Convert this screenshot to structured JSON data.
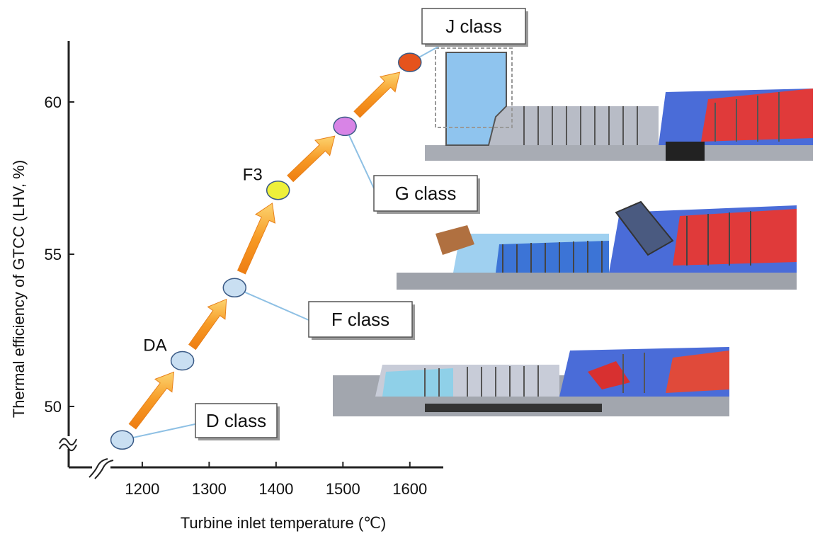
{
  "chart_data": {
    "type": "scatter",
    "title": "",
    "xlabel": "Turbine inlet temperature (℃)",
    "ylabel": "Thermal efficiency of GTCC (LHV, %)",
    "x_ticks": [
      1200,
      1300,
      1400,
      1500,
      1600
    ],
    "y_ticks": [
      50,
      55,
      60
    ],
    "xlim": [
      1090,
      1650
    ],
    "ylim": [
      48.0,
      62.0
    ],
    "axis_break": true,
    "grid": false,
    "points": [
      {
        "x": 1170,
        "y": 48.9,
        "color": "#c9dff2",
        "label": ""
      },
      {
        "x": 1260,
        "y": 51.5,
        "color": "#c9dff2",
        "label": "DA"
      },
      {
        "x": 1338,
        "y": 53.9,
        "color": "#c9dff2",
        "label": ""
      },
      {
        "x": 1403,
        "y": 57.1,
        "color": "#eef03a",
        "label": "F3"
      },
      {
        "x": 1503,
        "y": 59.2,
        "color": "#d884e6",
        "label": ""
      },
      {
        "x": 1600,
        "y": 61.3,
        "color": "#e5531c",
        "label": ""
      }
    ],
    "class_callouts": [
      {
        "text": "D class",
        "point": 0
      },
      {
        "text": "F class",
        "point": 2
      },
      {
        "text": "G class",
        "point": 4
      },
      {
        "text": "J class",
        "point": 5
      }
    ],
    "trend_arrow_color": "#f7a126"
  }
}
